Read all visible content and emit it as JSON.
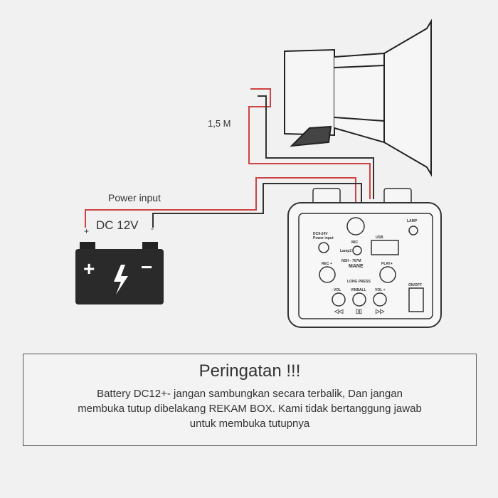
{
  "labels": {
    "cable_length": "1,5 M",
    "power_input": "Power input",
    "voltage": "DC 12V",
    "plus": "+",
    "minus": "-"
  },
  "battery": {
    "plus": "+",
    "minus": "−"
  },
  "box": {
    "power": "DC9-24V",
    "power2": "Power input",
    "mic": "MIC",
    "lamp2": "Lamp2",
    "usb": "USB",
    "lamp": "LAMP",
    "rec": "REC +",
    "model": "NSH - 707M",
    "brand": "MANE",
    "play": "PLAY+",
    "long_press": "LONG PRESS",
    "vol_down": "- VOL",
    "mid": "VINBALL",
    "vol_up": "VOL +",
    "onoff": "ON/OFF",
    "prev": "◁◁",
    "pause": "▯▯",
    "next": "▷▷"
  },
  "warning": {
    "title": "Peringatan !!!",
    "line1": "Battery DC12+- jangan sambungkan secara terbalik, Dan jangan",
    "line2": "membuka tutup dibelakang REKAM BOX. Kami tidak bertanggung jawab",
    "line3": "untuk membuka tutupnya"
  }
}
